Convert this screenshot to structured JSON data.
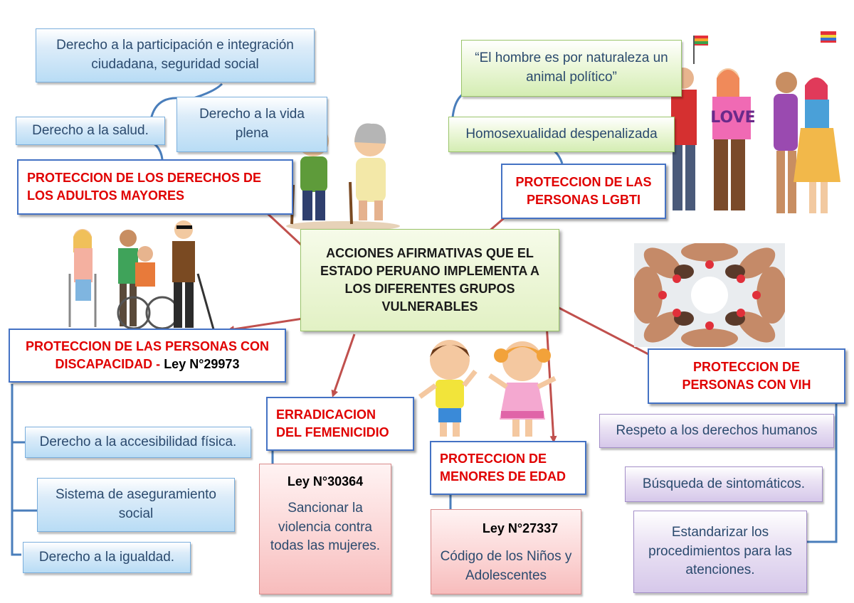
{
  "central": "ACCIONES AFIRMATIVAS QUE EL ESTADO PERUANO IMPLEMENTA A LOS DIFERENTES GRUPOS VULNERABLES",
  "adultos": {
    "title": "PROTECCION DE LOS DERECHOS DE LOS ADULTOS MAYORES",
    "items": [
      "Derecho a la participación e integración ciudadana, seguridad social",
      "Derecho a la salud.",
      "Derecho a la vida plena"
    ]
  },
  "lgbti": {
    "title": "PROTECCION DE LAS PERSONAS LGBTI",
    "items": [
      "“El hombre es por naturaleza un animal político”",
      "Homosexualidad despenalizada"
    ],
    "banner_text": "LOVE"
  },
  "discapacidad": {
    "title": "PROTECCION DE LAS PERSONAS CON DISCAPACIDAD - ",
    "law": "Ley N°29973",
    "items": [
      "Derecho a la accesibilidad física.",
      "Sistema de aseguramiento social",
      "Derecho a la igualdad."
    ]
  },
  "feminicidio": {
    "title": "ERRADICACION DEL FEMENICIDIO",
    "law": "Ley N°30364",
    "detail": "Sancionar la violencia contra todas las mujeres."
  },
  "menores": {
    "title": "PROTECCION DE MENORES DE EDAD",
    "law": "Ley N°27337",
    "detail": "Código de los Niños y Adolescentes"
  },
  "vih": {
    "title": "PROTECCION DE PERSONAS CON VIH",
    "items": [
      "Respeto a los derechos humanos",
      "Búsqueda de sintomáticos.",
      "Estandarizar los procedimientos para las atenciones."
    ]
  },
  "colors": {
    "title_red": "#e00000",
    "title_border": "#4472c4",
    "arrow_red": "#c0504d",
    "connector_blue": "#4a7ebb"
  }
}
